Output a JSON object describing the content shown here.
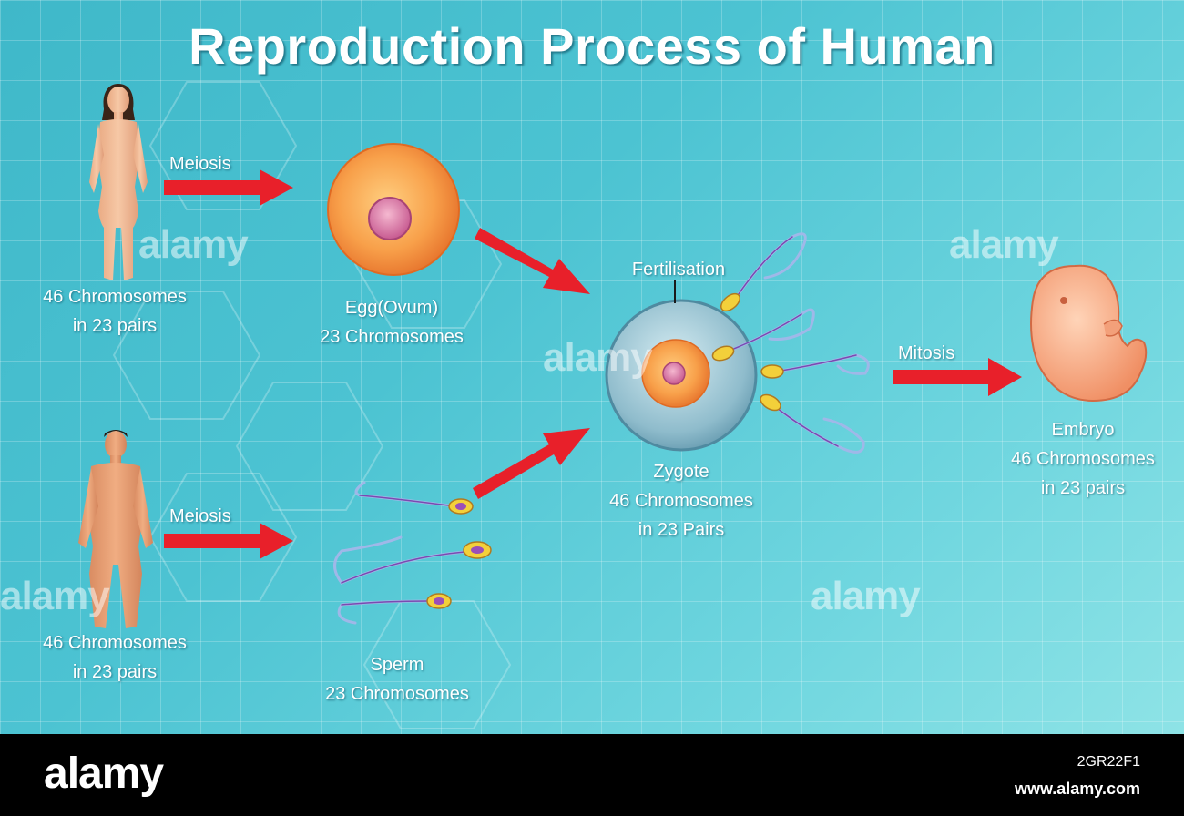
{
  "title": "Reproduction Process of Human",
  "female": {
    "label_line1": "46 Chromosomes",
    "label_line2": "in 23 pairs"
  },
  "male": {
    "label_line1": "46 Chromosomes",
    "label_line2": "in 23 pairs"
  },
  "arrows": {
    "meiosis_top": "Meiosis",
    "meiosis_bottom": "Meiosis",
    "mitosis": "Mitosis"
  },
  "egg": {
    "label_line1": "Egg(Ovum)",
    "label_line2": "23 Chromosomes"
  },
  "sperm": {
    "label_line1": "Sperm",
    "label_line2": "23 Chromosomes"
  },
  "fertilisation": "Fertilisation",
  "zygote": {
    "label_line1": "Zygote",
    "label_line2": "46 Chromosomes",
    "label_line3": "in 23 Pairs"
  },
  "embryo": {
    "label_line1": "Embryo",
    "label_line2": "46 Chromosomes",
    "label_line3": "in 23 pairs"
  },
  "watermark": "alamy",
  "footer": {
    "logo": "alamy",
    "image_id": "2GR22F1",
    "url": "www.alamy.com"
  },
  "colors": {
    "arrow": "#e8202a",
    "background": "#4cc3d2",
    "footer": "#000000"
  }
}
